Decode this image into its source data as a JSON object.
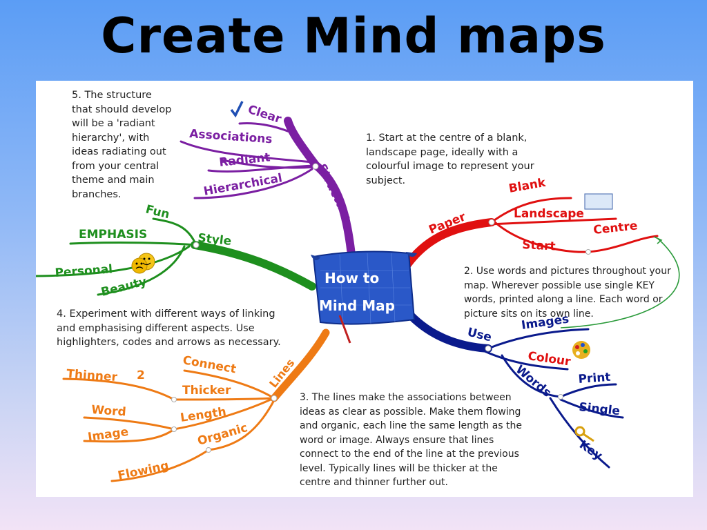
{
  "title": "Create Mind maps",
  "center": {
    "line1": "How to",
    "line2": "Mind Map"
  },
  "notes": {
    "n1": [
      "1. Start at the centre of a blank,",
      "landscape page, ideally with a",
      "colourful image to represent your",
      "subject."
    ],
    "n2": [
      "2. Use words and pictures throughout your",
      "map. Wherever possible use single KEY",
      "words, printed along a line. Each word or",
      "picture sits on its own line."
    ],
    "n3": [
      "3. The lines make the associations between",
      "ideas as clear as possible. Make them flowing",
      "and organic, each line the same length as the",
      "word or image. Always ensure that lines",
      "connect to the end of the line at the previous",
      "level. Typically lines will be thicker at the",
      "centre and thinner further out."
    ],
    "n4": [
      "4. Experiment with different ways of linking",
      "and emphasising different aspects. Use",
      "highlighters, codes and arrows as necessary."
    ],
    "n5_num": "5.",
    "n5": [
      "5. The structure",
      "that should develop",
      "will be a 'radiant",
      "hierarchy', with",
      "ideas radiating out",
      "from your central",
      "theme and main",
      "branches."
    ]
  },
  "branches": {
    "structure": {
      "label": "Structure",
      "color": "#7b1fa2",
      "children": [
        "Clear",
        "Associations",
        "Radiant",
        "Hierarchical"
      ]
    },
    "style": {
      "label": "Style",
      "color": "#1e8f1e",
      "children": [
        "Fun",
        "EMPHASIS",
        "Personal",
        "Beauty"
      ]
    },
    "paper": {
      "label": "Paper",
      "color": "#e01010",
      "children": [
        "Blank",
        "Landscape",
        "Centre",
        "Start"
      ]
    },
    "use": {
      "label": "Use",
      "color": "#0a1a8c",
      "children": [
        "Images",
        "Colour",
        "Words"
      ],
      "words_children": [
        "Print",
        "Single",
        "Key"
      ]
    },
    "lines": {
      "label": "Lines",
      "color": "#ee7a14",
      "children": [
        "Connect",
        "Thicker",
        "Length",
        "Organic"
      ],
      "sub": [
        "Thinner",
        "2",
        "Word",
        "Image",
        "Flowing"
      ]
    }
  },
  "icons": [
    "checkmark-icon",
    "emoji-faces-icon",
    "landscape-page-icon",
    "palette-icon",
    "key-icon",
    "pencil-icon"
  ]
}
